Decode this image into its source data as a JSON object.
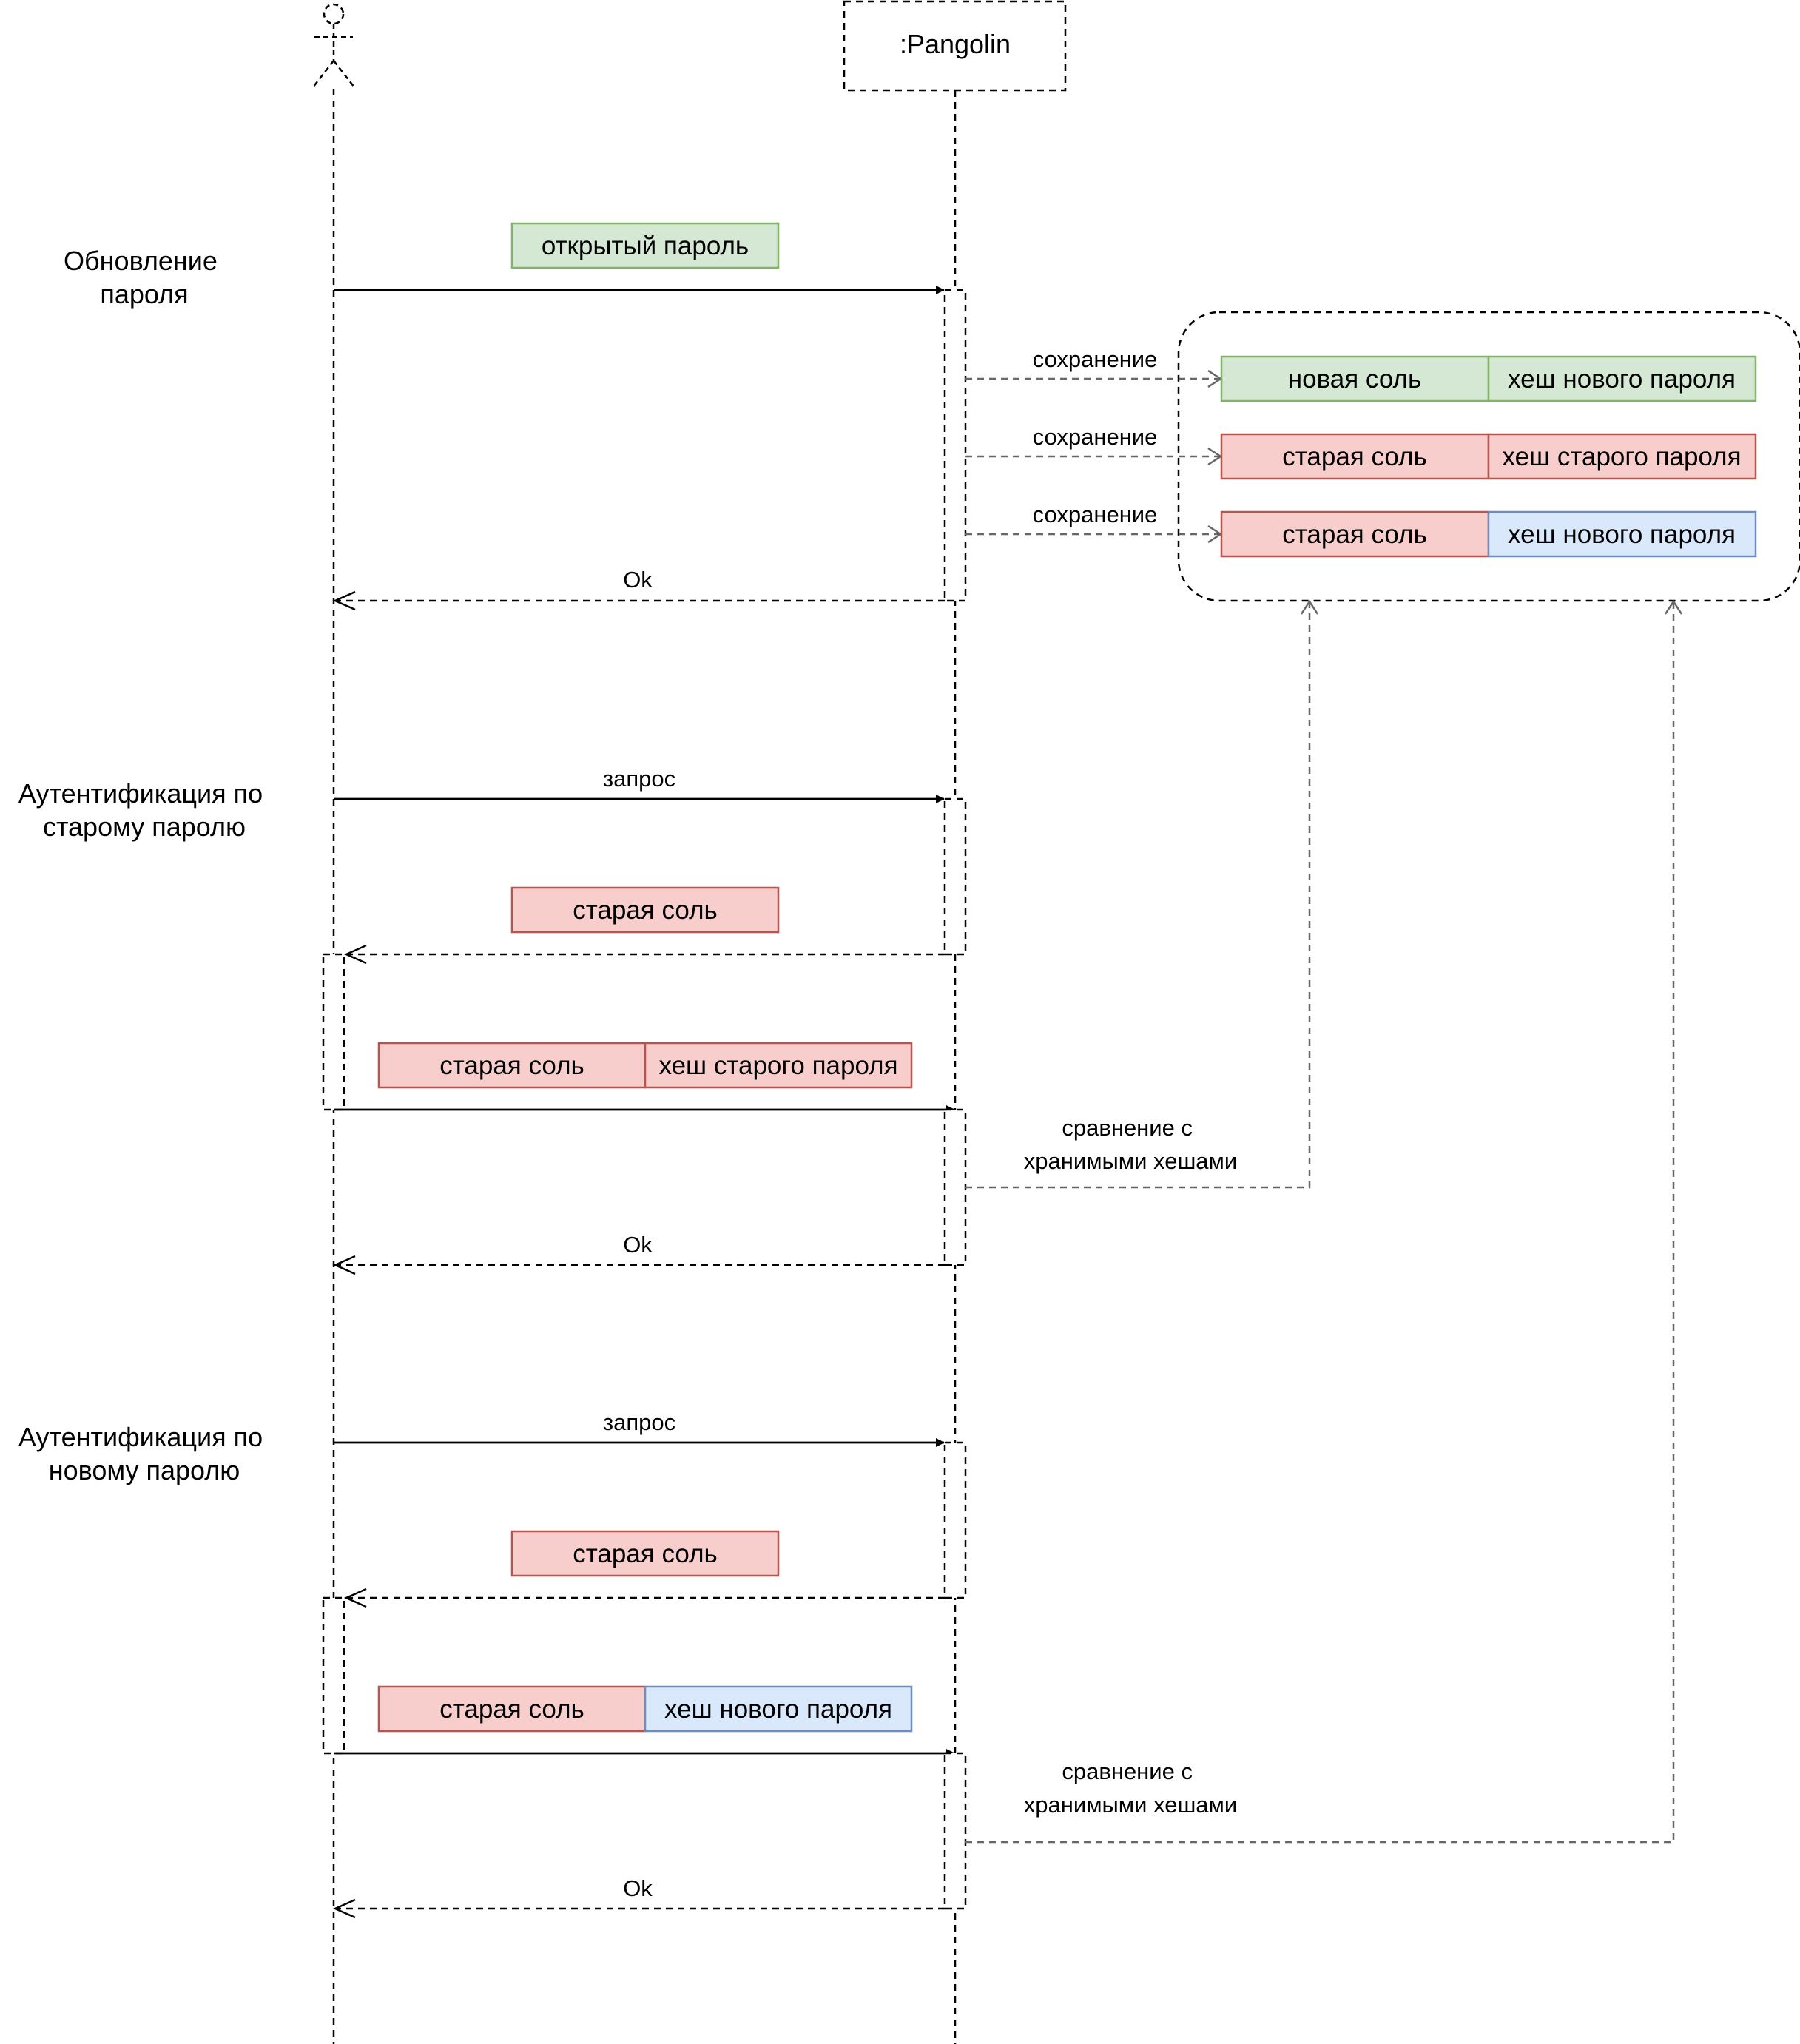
{
  "participants": {
    "pangolin": ":Pangolin"
  },
  "sections": {
    "update": [
      "Обновление",
      "пароля"
    ],
    "auth_old": [
      "Аутентификация по",
      "старому паролю"
    ],
    "auth_new": [
      "Аутентификация по",
      "новому паролю"
    ]
  },
  "labels": {
    "save": "сохранение",
    "ok": "Ok",
    "request": "запрос",
    "compare": [
      "сравнение с",
      "хранимыми хешами"
    ]
  },
  "boxes": {
    "plain_password": "открытый пароль",
    "new_salt": "новая соль",
    "old_salt": "старая соль",
    "hash_new": "хеш нового пароля",
    "hash_old": "хеш старого пароля"
  },
  "colors": {
    "green_fill": "#d5e8d4",
    "green_stroke": "#82b366",
    "red_fill": "#f8cecc",
    "red_stroke": "#b85450",
    "blue_fill": "#dae8fc",
    "blue_stroke": "#6c8ebf"
  }
}
